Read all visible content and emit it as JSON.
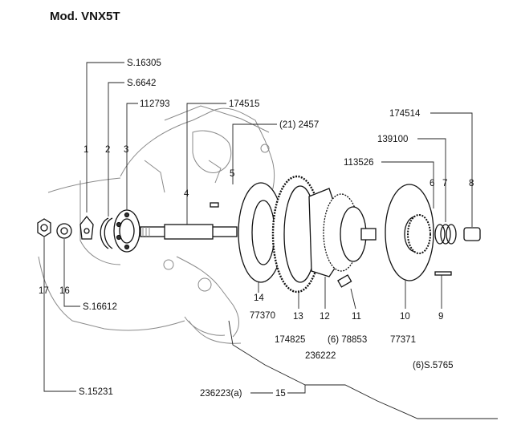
{
  "title": "Mod. VNX5T",
  "callouts": {
    "c1": "1",
    "c2": "2",
    "c3": "3",
    "c4": "4",
    "c5": "5",
    "c6": "6",
    "c7": "7",
    "c8": "8",
    "c9": "9",
    "c10": "10",
    "c11": "11",
    "c12": "12",
    "c13": "13",
    "c14": "14",
    "c15": "15",
    "c16": "16",
    "c17": "17"
  },
  "part_numbers": {
    "p1": "S.16305",
    "p2": "S.6642",
    "p3": "112793",
    "p4": "174515",
    "p5": "(21) 2457",
    "p6": "113526",
    "p7": "139100",
    "p8": "174514",
    "p9": "(6)S.5765",
    "p10": "77371",
    "p11": "(6) 78853",
    "p12": "236222",
    "p13": "174825",
    "p14": "77370",
    "p15": "236223(a)",
    "p16": "S.16612",
    "p17": "S.15231"
  }
}
